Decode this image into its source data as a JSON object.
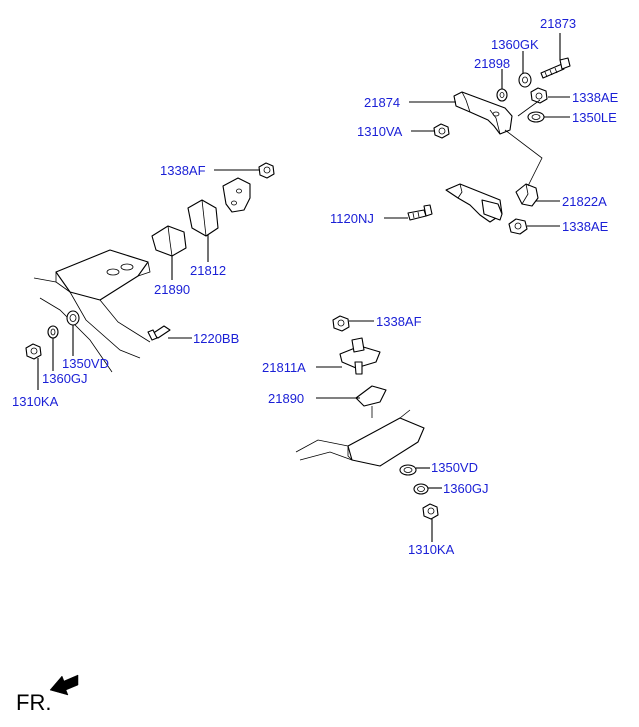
{
  "labels": {
    "l21873": "21873",
    "l1360GK": "1360GK",
    "l21898": "21898",
    "l1338AE_top": "1338AE",
    "l21874": "21874",
    "l1350LE": "1350LE",
    "l1310VA": "1310VA",
    "l1338AF_left": "1338AF",
    "l21822A": "21822A",
    "l1120NJ": "1120NJ",
    "l1338AE_bottom": "1338AE",
    "l21812": "21812",
    "l21890_left": "21890",
    "l1220BB": "1220BB",
    "l1350VD_left": "1350VD",
    "l1360GJ_left": "1360GJ",
    "l1310KA_left": "1310KA",
    "l1338AF_center": "1338AF",
    "l21811A": "21811A",
    "l21890_center": "21890",
    "l1350VD_center": "1350VD",
    "l1360GJ_center": "1360GJ",
    "l1310KA_center": "1310KA"
  },
  "footer": {
    "direction_label": "FR."
  },
  "colors": {
    "label": "#1a1fd6",
    "line": "#000000"
  }
}
